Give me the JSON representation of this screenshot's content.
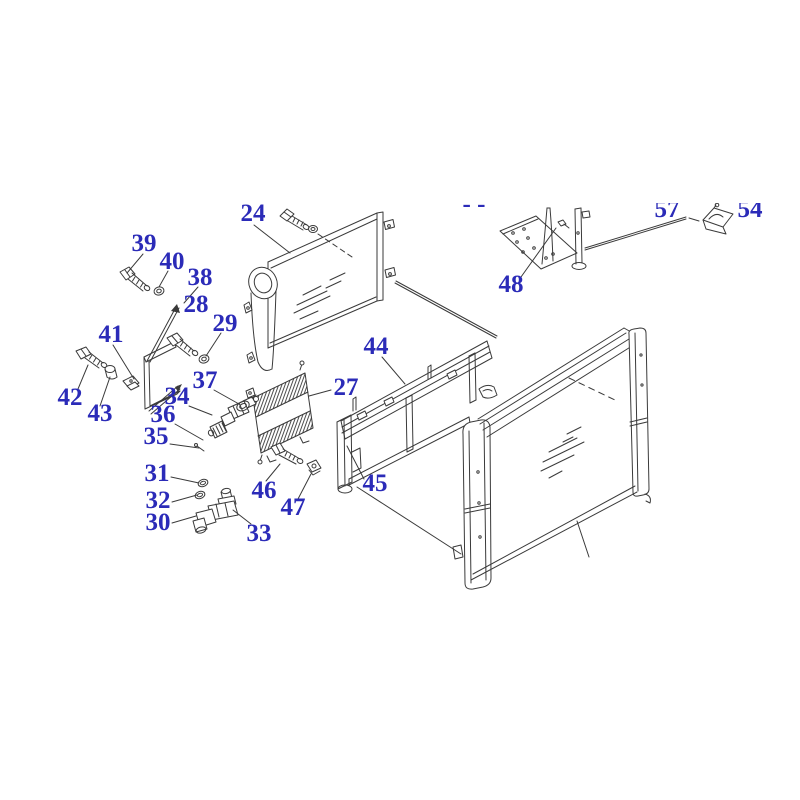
{
  "figure": {
    "kind": "exploded-parts-diagram",
    "subject": "radiator and oil cooler assembly",
    "background_color": "#ffffff",
    "line_color": "#3a3a3a",
    "label_color": "#2b2bb8",
    "callouts": {
      "c24": "24",
      "c27": "27",
      "c28": "28",
      "c29": "29",
      "c30": "30",
      "c31": "31",
      "c32": "32",
      "c33": "33",
      "c34": "34",
      "c35": "35",
      "c36": "36",
      "c37": "37",
      "c38": "38",
      "c39": "39",
      "c40": "40",
      "c41": "41",
      "c42": "42",
      "c43": "43",
      "c44": "44",
      "c45": "45",
      "c46": "46",
      "c47": "47",
      "c48": "48",
      "c54": "54",
      "c57": "57",
      "truncated_top_label": "- -"
    }
  }
}
